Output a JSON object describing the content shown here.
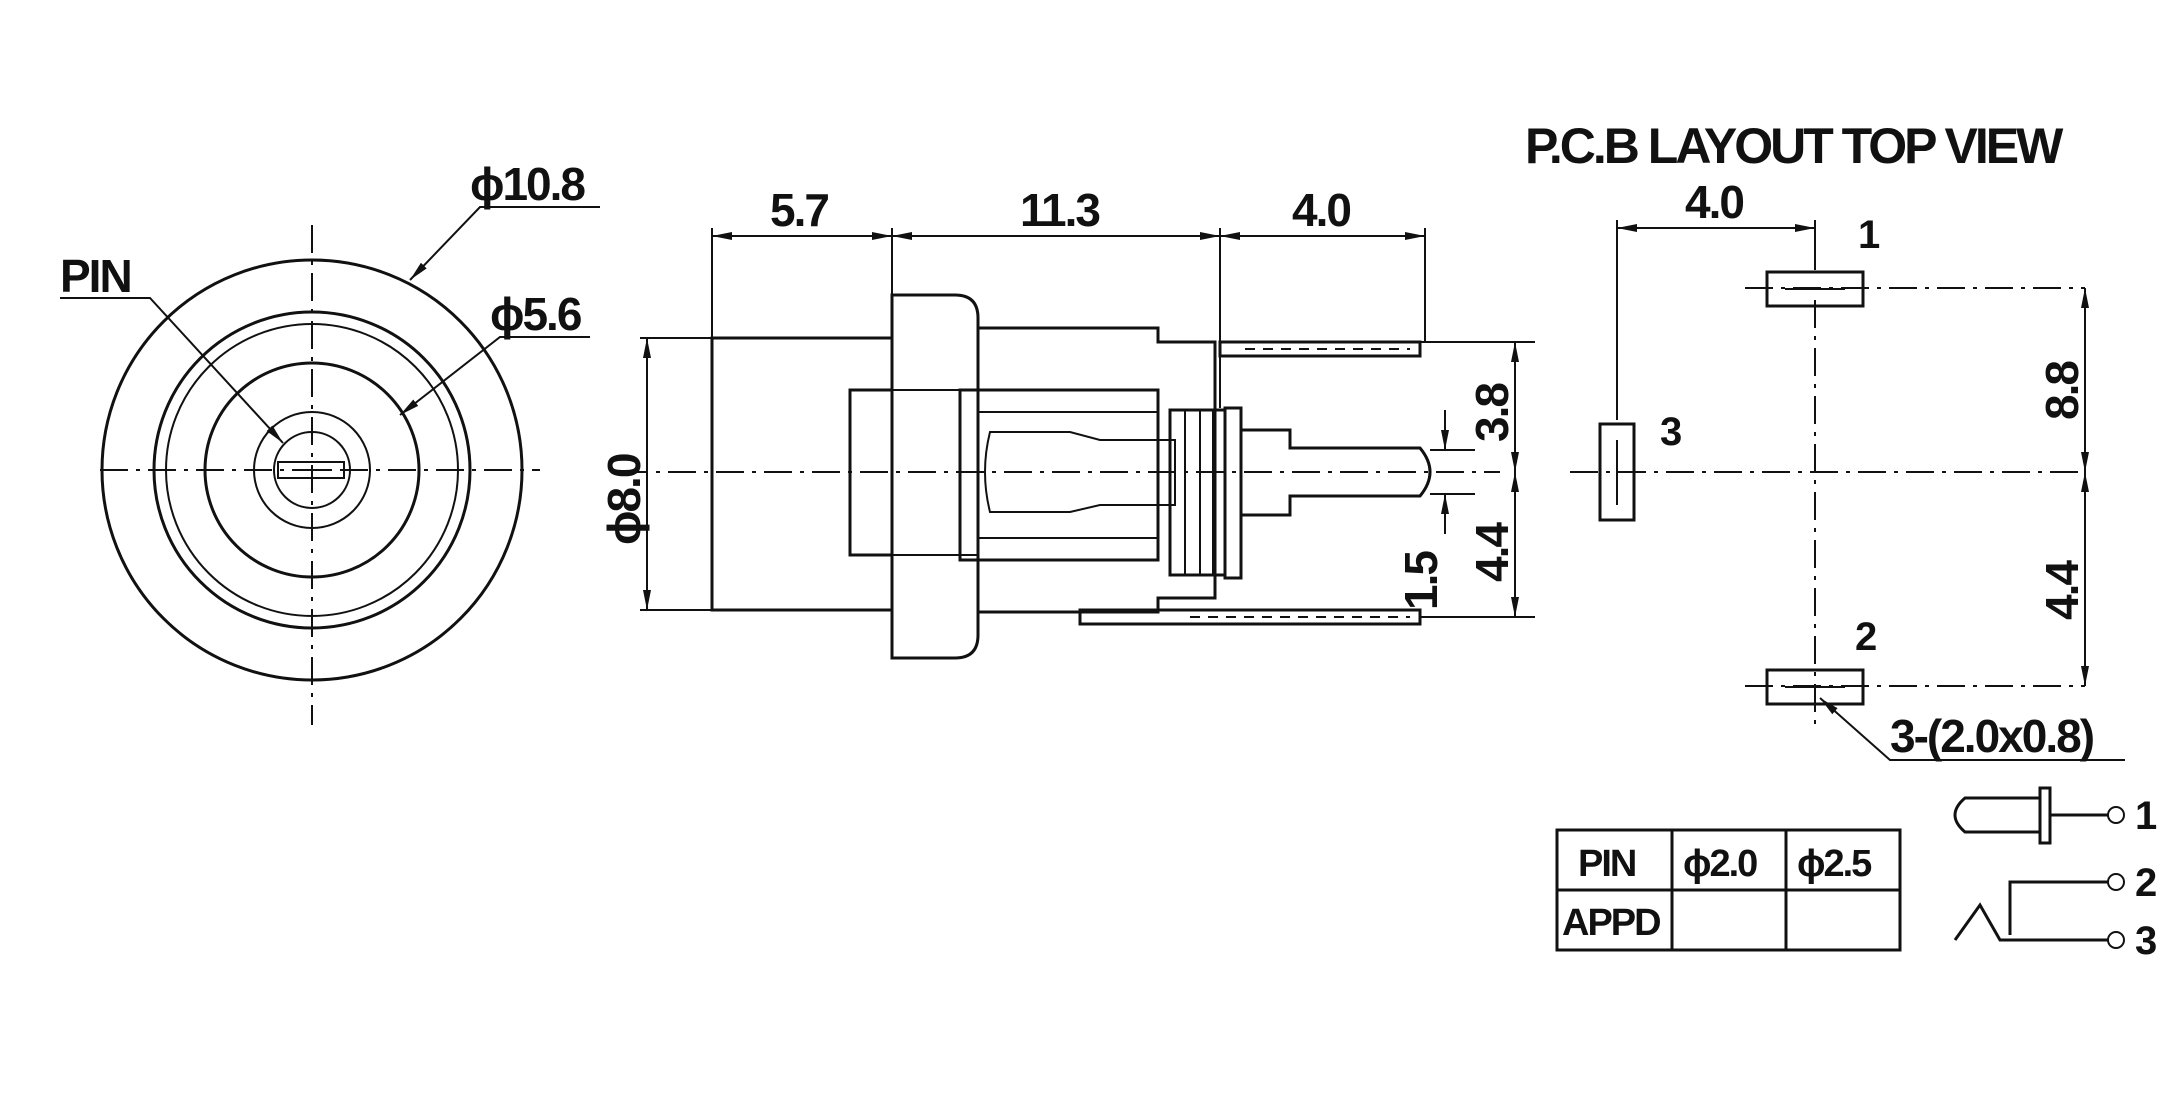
{
  "title": "P.C.B LAYOUT  TOP VIEW",
  "front_view": {
    "pin_label": "PIN",
    "outer_diameter": "ϕ10.8",
    "inner_diameter": "ϕ5.6"
  },
  "side_view": {
    "dim_a": "5.7",
    "dim_b": "11.3",
    "dim_c": "4.0",
    "body_diameter": "ϕ8.0",
    "dim_upper": "3.8",
    "dim_lower": "4.4",
    "dim_small": "1.5"
  },
  "pcb_layout": {
    "dim_top": "4.0",
    "dim_upper": "8.8",
    "dim_lower": "4.4",
    "pad1": "1",
    "pad2": "2",
    "pad3": "3",
    "pad_note": "3-(2.0x0.8)"
  },
  "pin_table": {
    "headers": [
      "PIN",
      "ϕ2.0",
      "ϕ2.5"
    ],
    "row_label": "APPD",
    "row_values": [
      "",
      ""
    ]
  },
  "schematic": {
    "terminal1": "1",
    "terminal2": "2",
    "terminal3": "3"
  }
}
